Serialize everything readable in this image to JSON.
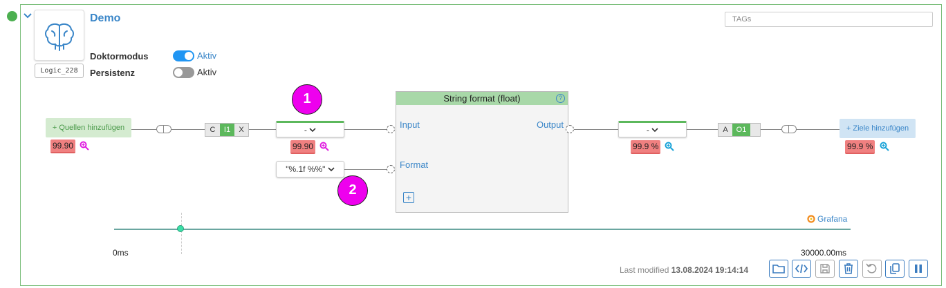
{
  "header": {
    "title": "Demo",
    "logic_id": "Logic_228",
    "tags_placeholder": "TAGs",
    "doktormodus_label": "Doktormodus",
    "doktormodus_state": "Aktiv",
    "doktormodus_on": true,
    "persistenz_label": "Persistenz",
    "persistenz_state": "Aktiv",
    "persistenz_on": false
  },
  "sources": {
    "add_label": "+ Quellen hinzufügen",
    "value": "99.90",
    "chip": [
      "C",
      "I1",
      "X"
    ]
  },
  "input_dropdown": {
    "label": "- ",
    "value": "99.90",
    "badge": "1"
  },
  "format_dropdown": {
    "label": "\"%.1f %%\" ",
    "badge": "2"
  },
  "node": {
    "title": "String format (float)",
    "help": "?",
    "input_label": "Input",
    "format_label": "Format",
    "output_label": "Output",
    "add": "+"
  },
  "output_dropdown": {
    "label": "- ",
    "value": "99.9 %"
  },
  "targets": {
    "chip": [
      "A",
      "O1",
      ""
    ],
    "add_label": "+ Ziele hinzufügen",
    "value": "99.9 %"
  },
  "timeline": {
    "grafana_label": "Grafana",
    "start_label": "0ms",
    "end_label": "30000.00ms",
    "position": 0.09
  },
  "footer": {
    "last_modified_prefix": "Last modified ",
    "last_modified_value": "13.08.2024 19:14:14"
  },
  "colors": {
    "accent": "#3a86c8",
    "green": "#5cb85c",
    "value_bg": "#f08080",
    "badge": "#ee00ee"
  }
}
